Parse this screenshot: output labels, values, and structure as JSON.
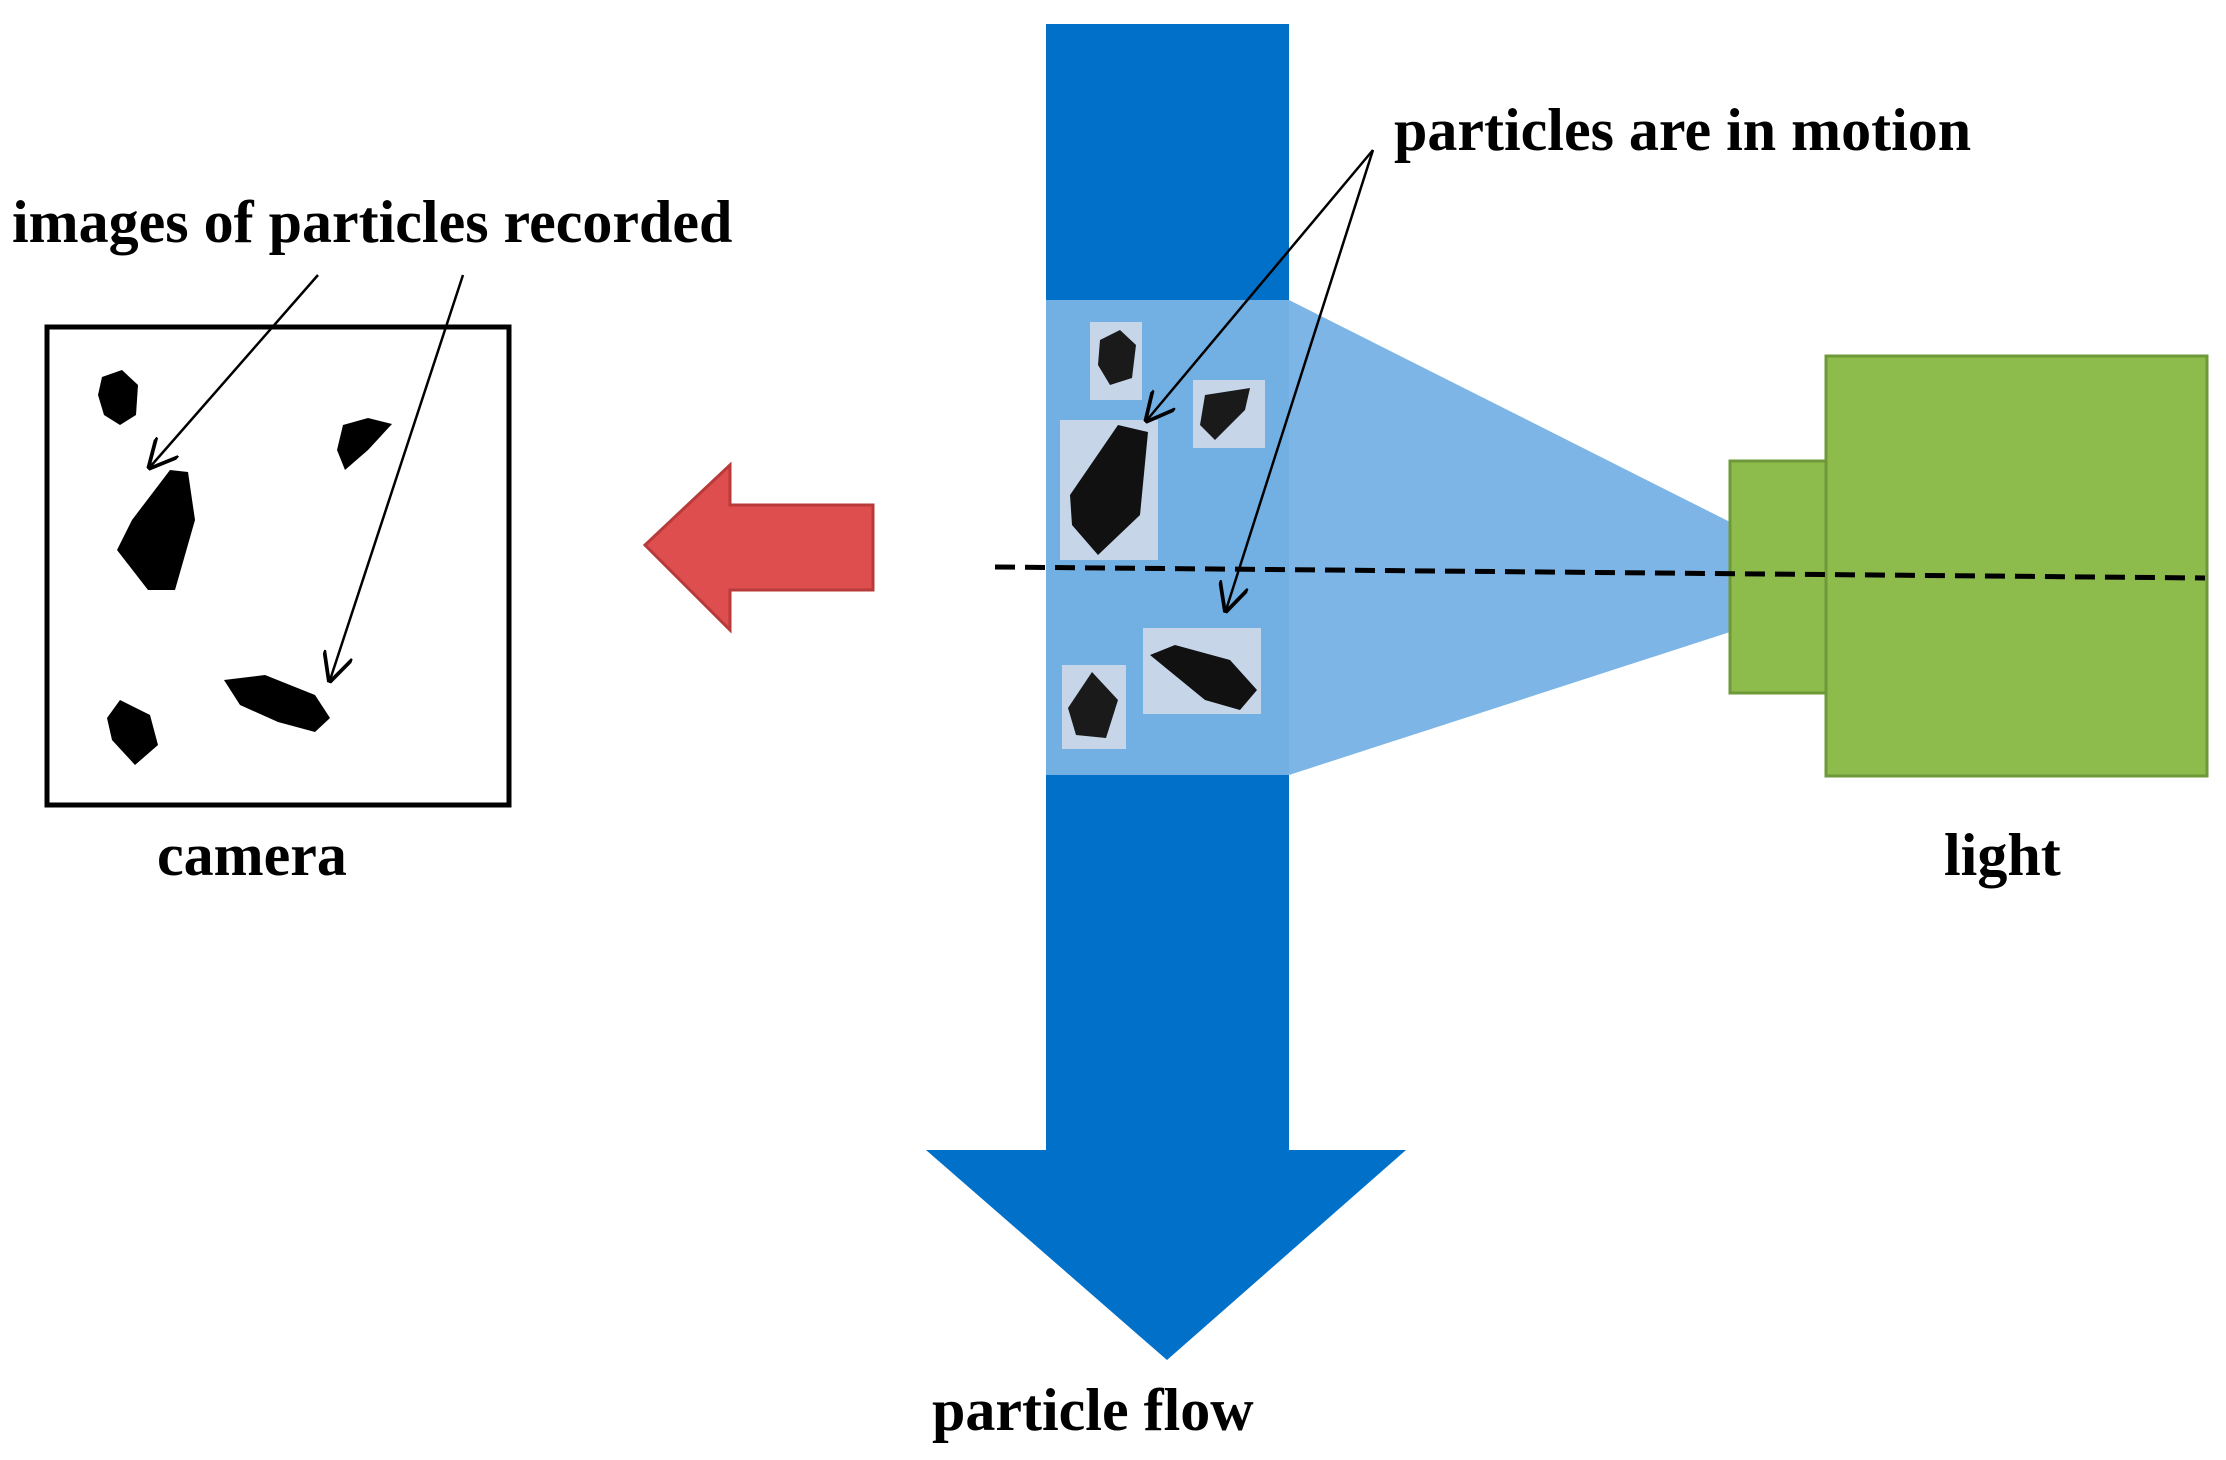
{
  "labels": {
    "images_recorded": "images of particles recorded",
    "particles_in_motion": "particles are in motion",
    "camera": "camera",
    "light": "light",
    "particle_flow": "particle flow"
  },
  "colors": {
    "flow_arrow": "#0070C8",
    "illumination_zone": "#7CB5E6",
    "light_source": "#8DBB4C",
    "light_source_border": "#6F9938",
    "camera_arrow": "#DF4E4E",
    "camera_arrow_border": "#B93A3A",
    "particle": "#111111",
    "particle_tile": "#C6D6E8"
  },
  "icons": {
    "flow_arrow": "down-arrow",
    "camera_arrow": "left-arrow",
    "light_source": "light-source-box"
  }
}
